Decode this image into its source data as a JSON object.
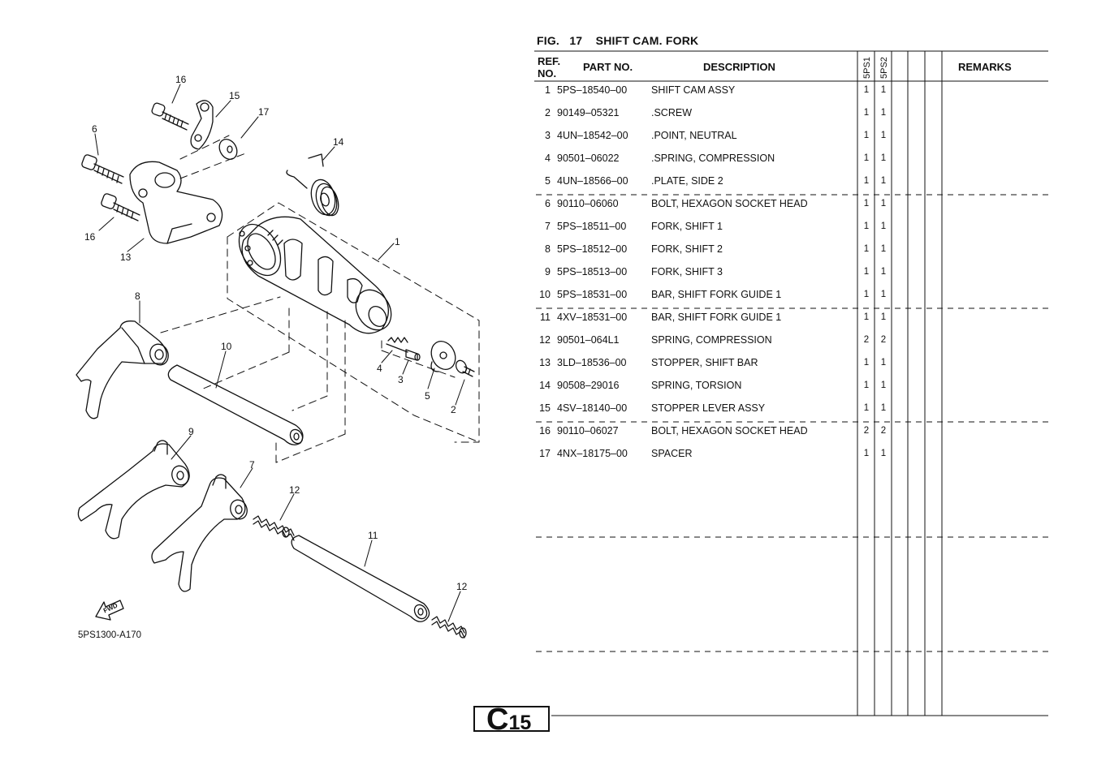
{
  "figure": {
    "label": "FIG.",
    "number": "17",
    "title": "SHIFT CAM. FORK"
  },
  "table": {
    "headers": {
      "ref_no": "REF.\nNO.",
      "ref_line1": "REF.",
      "ref_line2": "NO.",
      "part_no": "PART NO.",
      "description": "DESCRIPTION",
      "model1": "5PS1",
      "model2": "5PS2",
      "remarks": "REMARKS"
    },
    "rows": [
      {
        "ref": "1",
        "part": "5PS–18540–00",
        "desc": "SHIFT CAM ASSY",
        "q1": "1",
        "q2": "1"
      },
      {
        "ref": "2",
        "part": "90149–05321",
        "desc": ".SCREW",
        "q1": "1",
        "q2": "1"
      },
      {
        "ref": "3",
        "part": "4UN–18542–00",
        "desc": ".POINT, NEUTRAL",
        "q1": "1",
        "q2": "1"
      },
      {
        "ref": "4",
        "part": "90501–06022",
        "desc": ".SPRING, COMPRESSION",
        "q1": "1",
        "q2": "1"
      },
      {
        "ref": "5",
        "part": "4UN–18566–00",
        "desc": ".PLATE, SIDE 2",
        "q1": "1",
        "q2": "1"
      },
      {
        "ref": "6",
        "part": "90110–06060",
        "desc": "BOLT, HEXAGON SOCKET HEAD",
        "q1": "1",
        "q2": "1"
      },
      {
        "ref": "7",
        "part": "5PS–18511–00",
        "desc": "FORK, SHIFT 1",
        "q1": "1",
        "q2": "1"
      },
      {
        "ref": "8",
        "part": "5PS–18512–00",
        "desc": "FORK, SHIFT 2",
        "q1": "1",
        "q2": "1"
      },
      {
        "ref": "9",
        "part": "5PS–18513–00",
        "desc": "FORK, SHIFT 3",
        "q1": "1",
        "q2": "1"
      },
      {
        "ref": "10",
        "part": "5PS–18531–00",
        "desc": "BAR, SHIFT FORK GUIDE 1",
        "q1": "1",
        "q2": "1"
      },
      {
        "ref": "11",
        "part": "4XV–18531–00",
        "desc": "BAR, SHIFT FORK GUIDE 1",
        "q1": "1",
        "q2": "1"
      },
      {
        "ref": "12",
        "part": "90501–064L1",
        "desc": "SPRING, COMPRESSION",
        "q1": "2",
        "q2": "2"
      },
      {
        "ref": "13",
        "part": "3LD–18536–00",
        "desc": "STOPPER, SHIFT BAR",
        "q1": "1",
        "q2": "1"
      },
      {
        "ref": "14",
        "part": "90508–29016",
        "desc": "SPRING, TORSION",
        "q1": "1",
        "q2": "1"
      },
      {
        "ref": "15",
        "part": "4SV–18140–00",
        "desc": "STOPPER LEVER ASSY",
        "q1": "1",
        "q2": "1"
      },
      {
        "ref": "16",
        "part": "90110–06027",
        "desc": "BOLT, HEXAGON SOCKET HEAD",
        "q1": "2",
        "q2": "2"
      },
      {
        "ref": "17",
        "part": "4NX–18175–00",
        "desc": "SPACER",
        "q1": "1",
        "q2": "1"
      }
    ]
  },
  "diagram": {
    "code": "5PS1300-A170",
    "fwd_label": "FWD",
    "callouts": [
      "16",
      "15",
      "17",
      "6",
      "14",
      "16",
      "13",
      "1",
      "8",
      "10",
      "4",
      "3",
      "5",
      "2",
      "9",
      "7",
      "12",
      "11",
      "12"
    ]
  },
  "page": {
    "letter": "C",
    "number": "15"
  }
}
